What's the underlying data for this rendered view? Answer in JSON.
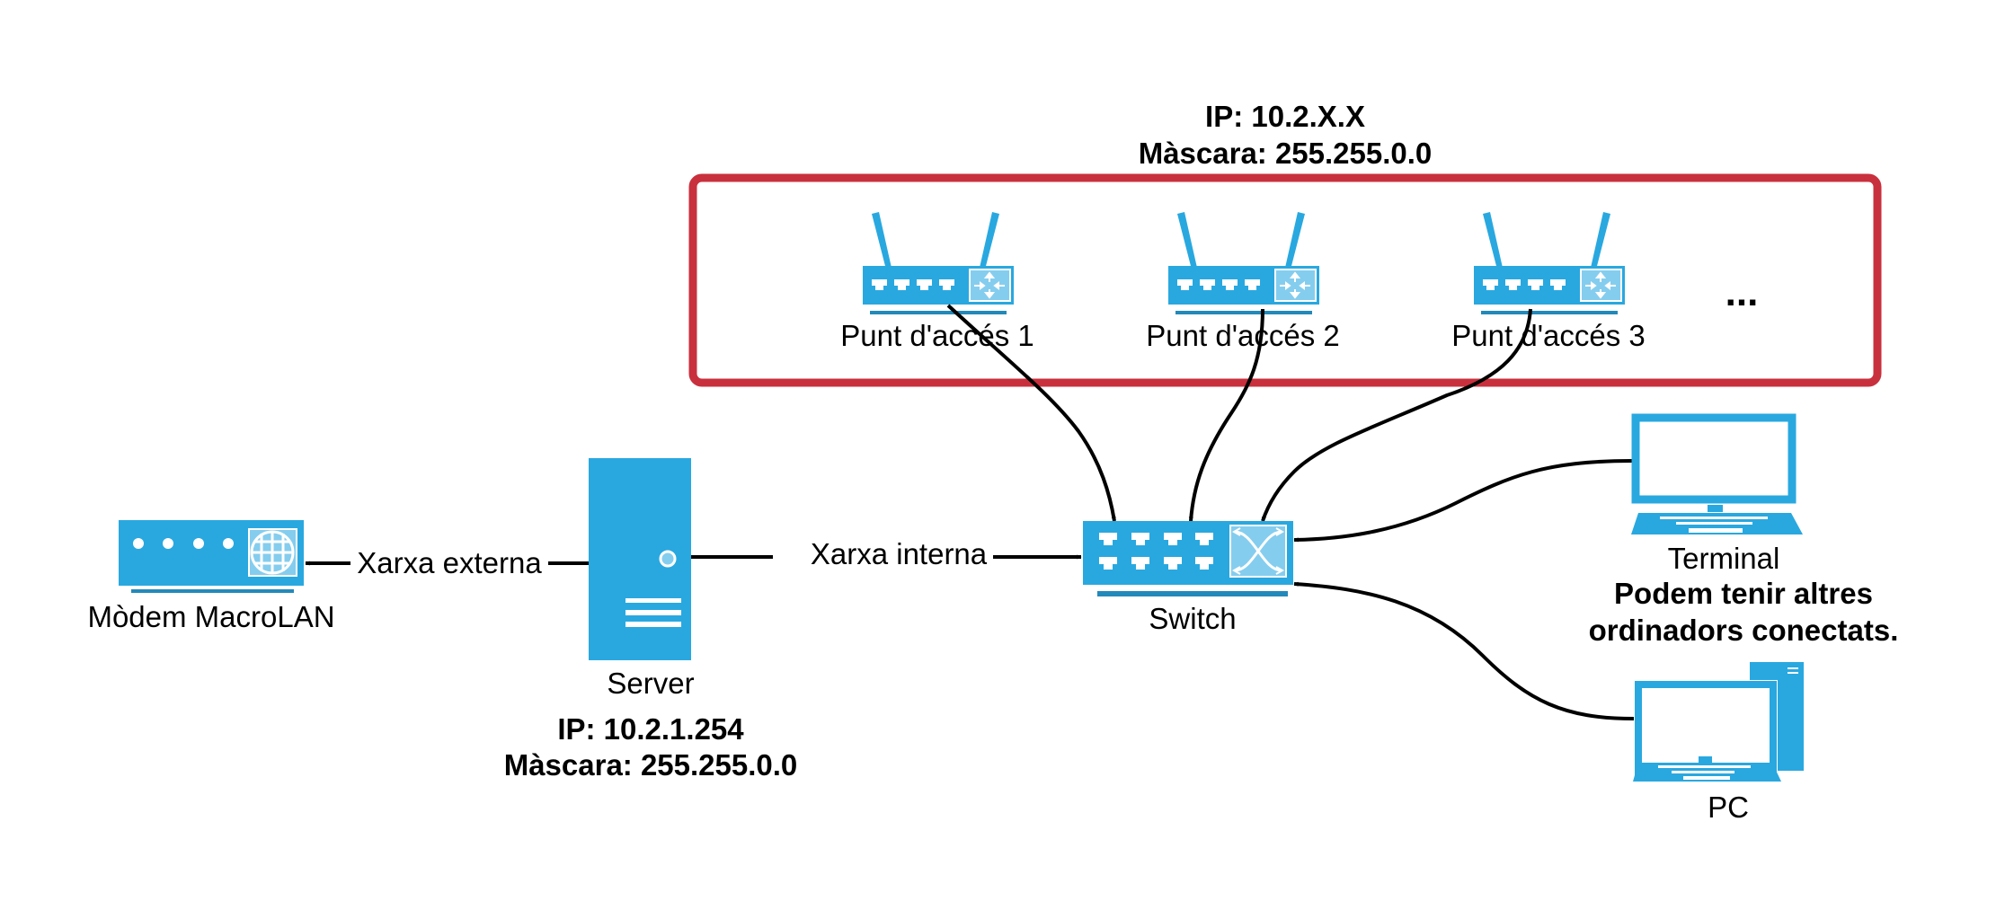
{
  "access_point_group": {
    "ip": "IP: 10.2.X.X",
    "mask": "Màscara: 255.255.0.0",
    "border_color": "#c9303d",
    "ellipsis": "..."
  },
  "access_points": [
    {
      "label": "Punt d'accés 1"
    },
    {
      "label": "Punt d'accés 2"
    },
    {
      "label": "Punt d'accés 3"
    }
  ],
  "modem": {
    "label": "Mòdem MacroLAN"
  },
  "server": {
    "label": "Server",
    "ip": "IP: 10.2.1.254",
    "mask": "Màscara: 255.255.0.0"
  },
  "switch": {
    "label": "Switch"
  },
  "terminal": {
    "label": "Terminal",
    "note_line1": "Podem tenir altres",
    "note_line2": "ordinadors conectats."
  },
  "pc": {
    "label": "PC"
  },
  "connections": {
    "external": "Xarxa externa",
    "internal": "Xarxa interna"
  },
  "colors": {
    "device": "#29a8e0",
    "device_light": "#85cdee",
    "group_border": "#c9303d"
  }
}
